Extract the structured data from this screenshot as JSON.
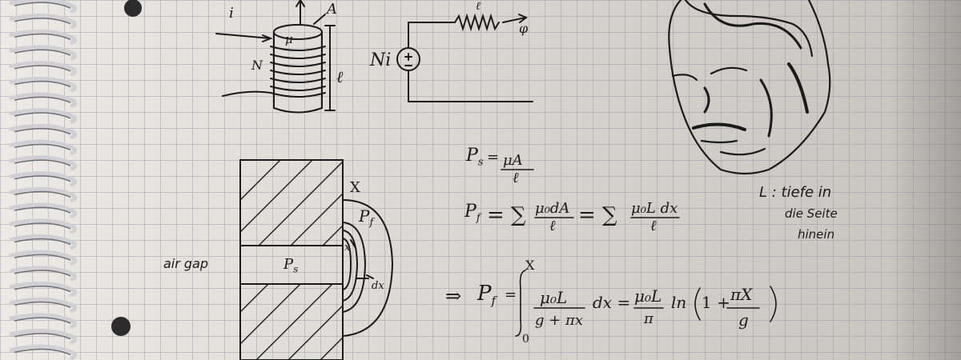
{
  "coil": {
    "current": "i",
    "core_permeability": "μ",
    "area": "A",
    "turns": "N",
    "length": "ℓ"
  },
  "circuit": {
    "source": "Ni",
    "resistor_label": "ℓ",
    "output": "φ"
  },
  "gap_figure": {
    "air_gap": "air gap",
    "gap_symbol": "P",
    "gap_subscript": "s",
    "fringe_symbol": "P",
    "fringe_subscript": "f",
    "width_label": "X",
    "x_label": "x",
    "dx_label": "dx"
  },
  "equations": {
    "eq1_lhs": "P",
    "eq1_sub": "s",
    "eq1_eq": "=",
    "eq1_num": "μA",
    "eq1_den": "ℓ",
    "eq2_lhs": "P",
    "eq2_sub": "f",
    "eq2_eq1": "= ∑",
    "eq2_num1": "μ₀dA",
    "eq2_den1": "ℓ",
    "eq2_eq2": "= ∑",
    "eq2_num2": "μ₀L dx",
    "eq2_den2": "ℓ",
    "eq3_arrow": "⇒",
    "eq3_lhs": "P",
    "eq3_sub": "f",
    "eq3_eq": "=",
    "eq3_upper": "X",
    "eq3_lower": "0",
    "eq3_num1": "μ₀L",
    "eq3_den1": "g + πx",
    "eq3_dx": "dx =",
    "eq3_num2": "μ₀L",
    "eq3_den2": "π",
    "eq3_ln": "ln",
    "eq3_one": "1 +",
    "eq3_num3": "πX",
    "eq3_den3": "g"
  },
  "note": {
    "line1": "L : tiefe in",
    "line2": "die Seite",
    "line3": "hinein"
  },
  "colors": {
    "paper": "#e2ded8",
    "grid": "#9a9aa2",
    "ink": "#1a1a1a",
    "spiral": "#c8c8cc"
  }
}
